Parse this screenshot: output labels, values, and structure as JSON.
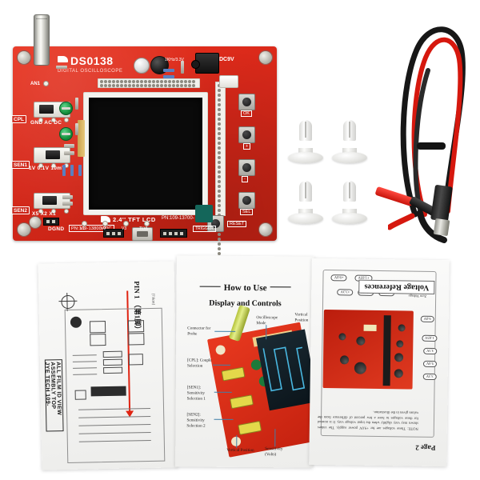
{
  "scene": {
    "title": "DSO138 Digital Oscilloscope DIY Kit product photo",
    "background_color": "#ffffff"
  },
  "pcb": {
    "board_color": "#d6281a",
    "brand": "DS0138",
    "subtitle": "DIGITAL OSCILLOSCOPE",
    "test_point_an1": "AN1",
    "switches": [
      {
        "code": "CPL",
        "positions": "GND AC DC"
      },
      {
        "code": "SEN1",
        "positions": "1V 0.1V 10mV"
      },
      {
        "code": "SEN2",
        "positions": "X5 X2 X1"
      }
    ],
    "ground_label": "DGND",
    "part_number_board": "PN:109-13800-00C",
    "lcd_label": "2.4'' TFT LCD",
    "lcd_part_number": "PN:109-13700-",
    "power_label": "DC9V",
    "test_signal_label": "1KHz/3.3V",
    "trigger_label": "TRIGGER",
    "buttons": [
      {
        "label": "OK"
      },
      {
        "label": "+"
      },
      {
        "label": "-"
      },
      {
        "label": "SEL"
      },
      {
        "label": "RESET"
      }
    ],
    "test_points": [
      "V1",
      "V2",
      "V3",
      "TLVL"
    ]
  },
  "standoffs": {
    "name": "nylon-pcb-standoff",
    "count": 4,
    "color": "#ffffff"
  },
  "probe": {
    "name": "bnc-test-lead",
    "clip_red_color": "#d6180e",
    "clip_black_color": "#1a1a1a",
    "connector": "BNC"
  },
  "booklet": {
    "left_page": {
      "pin1_label": "PIN 1\n（第1脚）",
      "dim_label": "[7.6cm]",
      "title_block": [
        "JYE TECH  109-",
        "ASSEMBLY TOP",
        "ALL FILM ID VIEW"
      ]
    },
    "middle_page": {
      "heading": "How to Use",
      "subheading": "Display and Controls",
      "annotations": [
        "Connector\nfor Probe",
        "[CPL]:\nCouple\nSelection",
        "[SEN1]:\nSensitivity\nSelection 1",
        "[SEN2]:\nSensitivity\nSelection 2",
        "Oscilloscope\nMode",
        "Vertical\nPosition",
        "Sensitivity\n(Volts)"
      ]
    },
    "right_page": {
      "page_label": "Page 2",
      "section_title": "Voltage References",
      "note": "NOTE: These voltages are for +9.0V power supply. The values shown may vary slightly when the input voltage vary. It is normal for these voltages to have a few percent of difference from the values given in the illustration.",
      "callouts": [
        "3.3V",
        "5.0V",
        "3.3V",
        "1.65V",
        "9.0V",
        "+3.3V",
        "+5.0V",
        "+3.3V",
        "+1.65V",
        "+9.0V"
      ],
      "zero_label": "Zero Voltage"
    }
  }
}
